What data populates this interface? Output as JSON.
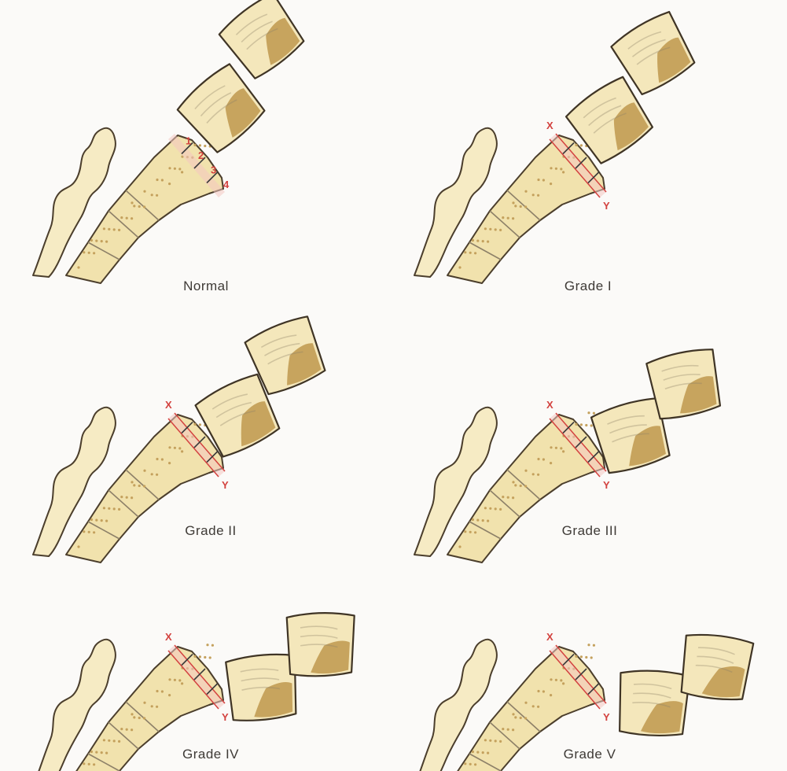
{
  "figure": {
    "panels": [
      {
        "id": "normal",
        "caption": "Normal",
        "slip_fraction": 0.0,
        "labels": [
          "1",
          "2",
          "3",
          "4"
        ]
      },
      {
        "id": "grade-1",
        "caption": "Grade I",
        "slip_fraction": 0.15,
        "labels": [
          "X",
          "Y"
        ]
      },
      {
        "id": "grade-2",
        "caption": "Grade II",
        "slip_fraction": 0.35,
        "labels": [
          "X",
          "Y"
        ]
      },
      {
        "id": "grade-3",
        "caption": "Grade III",
        "slip_fraction": 0.6,
        "labels": [
          "X",
          "Y"
        ]
      },
      {
        "id": "grade-4",
        "caption": "Grade IV",
        "slip_fraction": 0.85,
        "labels": [
          "X",
          "Y"
        ]
      },
      {
        "id": "grade-5",
        "caption": "Grade V",
        "slip_fraction": 1.05,
        "labels": [
          "X",
          "Y"
        ]
      }
    ],
    "colors": {
      "bone": "#f1e2ad",
      "outline": "#4b3e2c",
      "shading": "#b88d3f",
      "measure_red": "#d3423f",
      "background": "#fbfaf8"
    }
  }
}
